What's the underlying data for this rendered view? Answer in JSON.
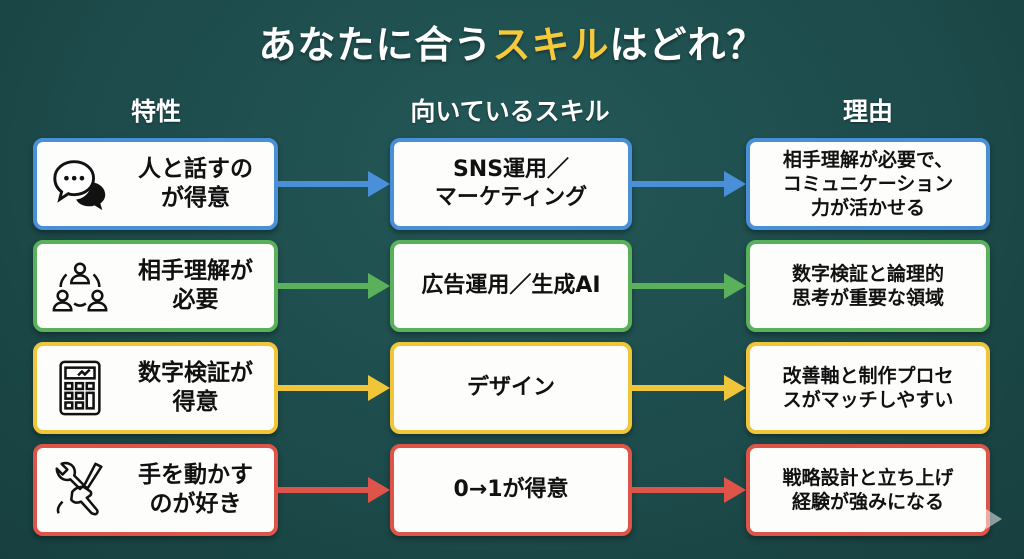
{
  "title": {
    "prefix": "あなたに合う",
    "highlight": "スキル",
    "suffix": "はどれ？"
  },
  "columns": {
    "trait": "特性",
    "skill": "向いているスキル",
    "reason": "理由"
  },
  "colors": {
    "background": "#1f4f4f",
    "highlight": "#f5c93a",
    "blue": "#4a90d9",
    "green": "#5bb05b",
    "yellow": "#f0c53a",
    "red": "#de5448"
  },
  "rows": [
    {
      "color": "#4a90d9",
      "icon": "chat-bubbles-icon",
      "trait": [
        "人と話すの",
        "が得意"
      ],
      "skill": [
        "SNS運用／",
        "マーケティング"
      ],
      "reason": [
        "相手理解が必要で、",
        "コミュニケーション",
        "力が活かせる"
      ]
    },
    {
      "color": "#5bb05b",
      "icon": "people-network-icon",
      "trait": [
        "相手理解が",
        "必要"
      ],
      "skill": [
        "広告運用／生成AI"
      ],
      "reason": [
        "数字検証と論理的",
        "思考が重要な領域"
      ]
    },
    {
      "color": "#f0c53a",
      "icon": "calculator-icon",
      "trait": [
        "数字検証が",
        "得意"
      ],
      "skill": [
        "デザイン"
      ],
      "reason": [
        "改善軸と制作プロセ",
        "スがマッチしやすい"
      ]
    },
    {
      "color": "#de5448",
      "icon": "tools-icon",
      "trait": [
        "手を動かす",
        "のが好き"
      ],
      "skill": [
        "0→1が得意"
      ],
      "reason": [
        "戦略設計と立ち上げ",
        "経験が強みになる"
      ]
    }
  ]
}
